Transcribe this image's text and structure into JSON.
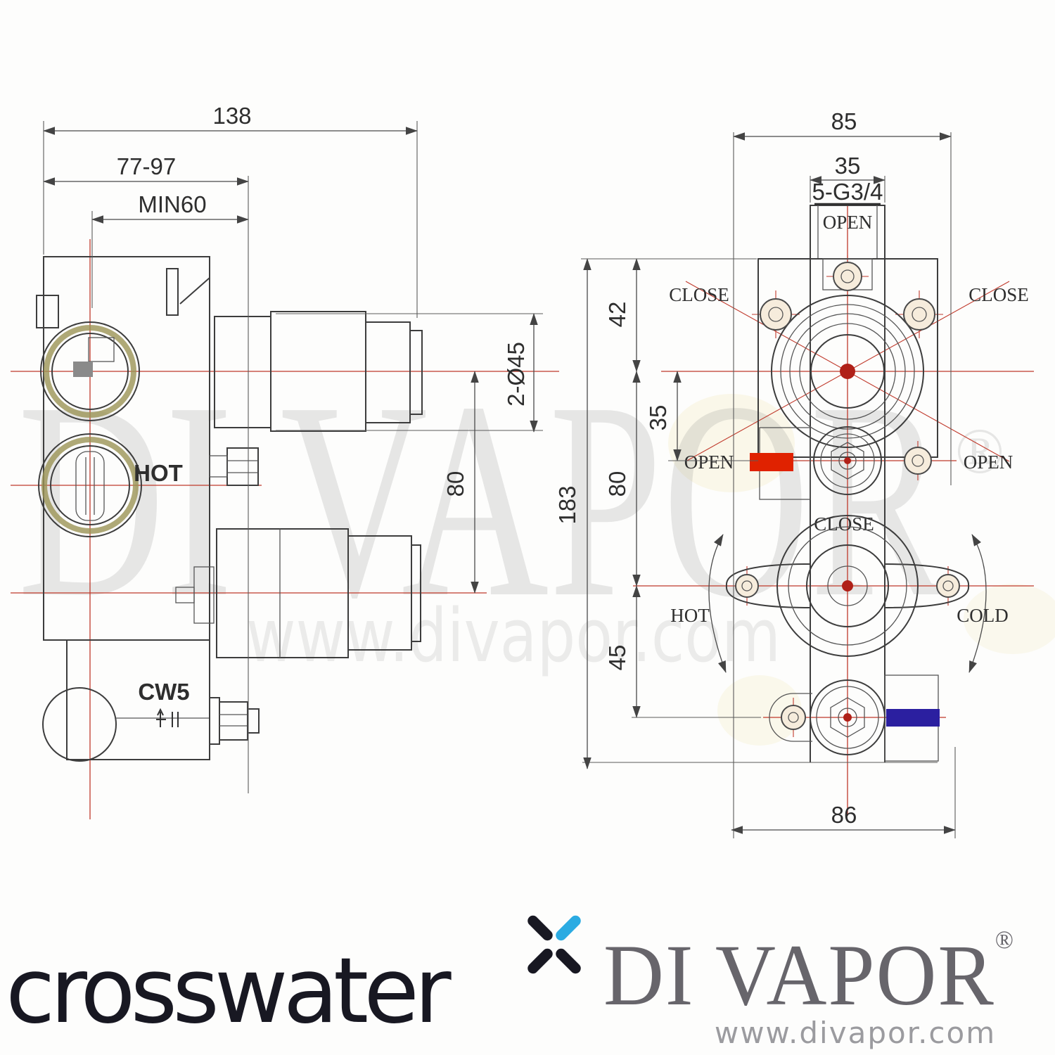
{
  "drawing": {
    "left_view": {
      "dim_138": "138",
      "dim_77_97": "77-97",
      "dim_min60": "MIN60",
      "dim_2_d45": "2-Ø45",
      "dim_80": "80",
      "label_hot": "HOT",
      "label_cw5": "CW5"
    },
    "right_view": {
      "dim_85": "85",
      "dim_35_top": "35",
      "label_thread": "5-G3/4",
      "label_open_top": "OPEN",
      "label_close_left": "CLOSE",
      "label_close_right": "CLOSE",
      "dim_42": "42",
      "dim_35_mid": "35",
      "label_open_left": "OPEN",
      "label_open_right": "OPEN",
      "dim_80": "80",
      "dim_183": "183",
      "label_close_mid": "CLOSE",
      "label_hot": "HOT",
      "label_cold": "COLD",
      "dim_45": "45",
      "dim_86": "86"
    },
    "colors": {
      "line": "#3d3d3d",
      "centerline": "#c0392b",
      "hot_marker": "#e02200",
      "cold_marker": "#2b1fa0",
      "brass_ring": "#9b9455"
    }
  },
  "watermark": {
    "brand": "DI VAPOR",
    "registered": "®",
    "url": "www.divapor.com"
  },
  "footer": {
    "crosswater_logo": "crosswater",
    "divapor_logo": "DI VAPOR",
    "divapor_registered": "®",
    "divapor_url": "www.divapor.com",
    "crosswater_color": "#181822",
    "crosswater_blue": "#2babe2",
    "divapor_color": "#67656b"
  }
}
